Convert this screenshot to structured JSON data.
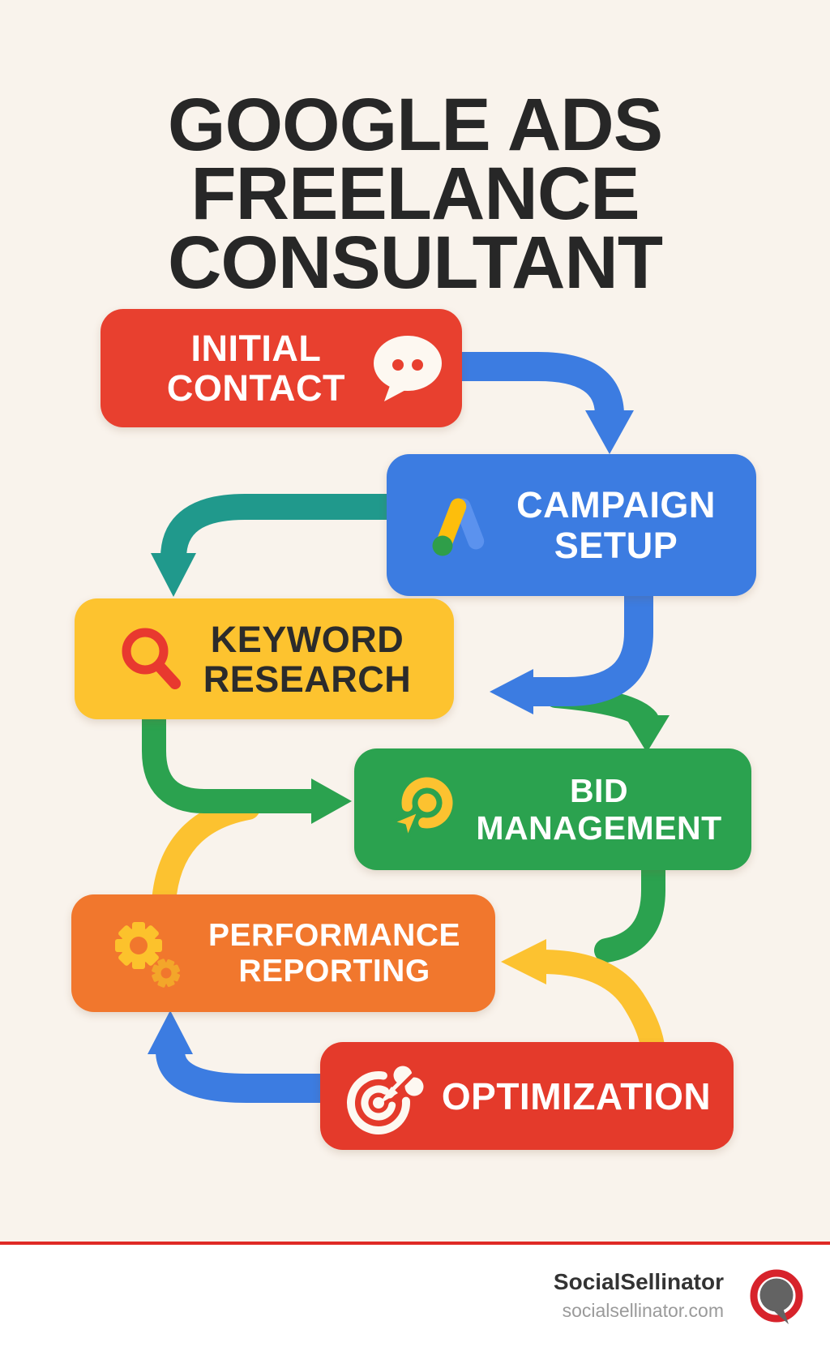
{
  "page": {
    "background": "#f9f3ec",
    "title": {
      "lines": [
        "GOOGLE ADS",
        "FREELANCE",
        "CONSULTANT"
      ],
      "color": "#272727"
    }
  },
  "palette": {
    "blue": "#3c7ce1",
    "teal": "#20998c",
    "green": "#2ba24f",
    "yellow": "#fcc230",
    "red": "#e8402f",
    "orange": "#f1772d",
    "dark_red": "#e43a2b"
  },
  "steps": [
    {
      "id": "initial-contact",
      "line1": "INITIAL",
      "line2": "CONTACT",
      "color": "#e8402f",
      "text_color": "#ffffff",
      "icon": "chat-bubble-icon"
    },
    {
      "id": "campaign-setup",
      "line1": "CAMPAIGN",
      "line2": "SETUP",
      "color": "#3c7ce1",
      "text_color": "#ffffff",
      "icon": "google-ads-icon"
    },
    {
      "id": "keyword-research",
      "line1": "KEYWORD",
      "line2": "RESEARCH",
      "color": "#fdc32f",
      "text_color": "#2b2b2b",
      "icon": "magnifier-icon"
    },
    {
      "id": "bid-management",
      "line1": "BID",
      "line2": "MANAGEMENT",
      "color": "#2ba24f",
      "text_color": "#ffffff",
      "icon": "bid-cursor-icon"
    },
    {
      "id": "performance-reporting",
      "line1": "PERFORMANCE",
      "line2": "REPORTING",
      "color": "#f1772d",
      "text_color": "#ffffff",
      "icon": "gears-icon"
    },
    {
      "id": "optimization",
      "line1": "OPTIMIZATION",
      "line2": "",
      "color": "#e43a2b",
      "text_color": "#ffffff",
      "icon": "target-dart-icon"
    }
  ],
  "connections": [
    {
      "from": "initial-contact",
      "to": "campaign-setup",
      "color_key": "blue"
    },
    {
      "from": "campaign-setup",
      "to": "keyword-research",
      "color_key": "teal"
    },
    {
      "from": "campaign-setup",
      "to": "keyword-research",
      "color_key": "blue"
    },
    {
      "from": "campaign-setup",
      "to": "bid-management",
      "color_key": "green"
    },
    {
      "from": "keyword-research",
      "to": "bid-management",
      "color_key": "green"
    },
    {
      "from": "keyword-research",
      "to": "performance-reporting",
      "color_key": "yellow"
    },
    {
      "from": "bid-management",
      "to": "performance-reporting",
      "color_key": "green+yellow"
    },
    {
      "from": "bid-management",
      "to": "optimization",
      "color_key": "yellow"
    },
    {
      "from": "optimization",
      "to": "performance-reporting",
      "color_key": "blue"
    }
  ],
  "footer": {
    "brand": "SocialSellinator",
    "website": "socialsellinator.com",
    "divider_color": "#df2a25",
    "background": "#ffffff",
    "logo": "speech-bubble-logo"
  }
}
